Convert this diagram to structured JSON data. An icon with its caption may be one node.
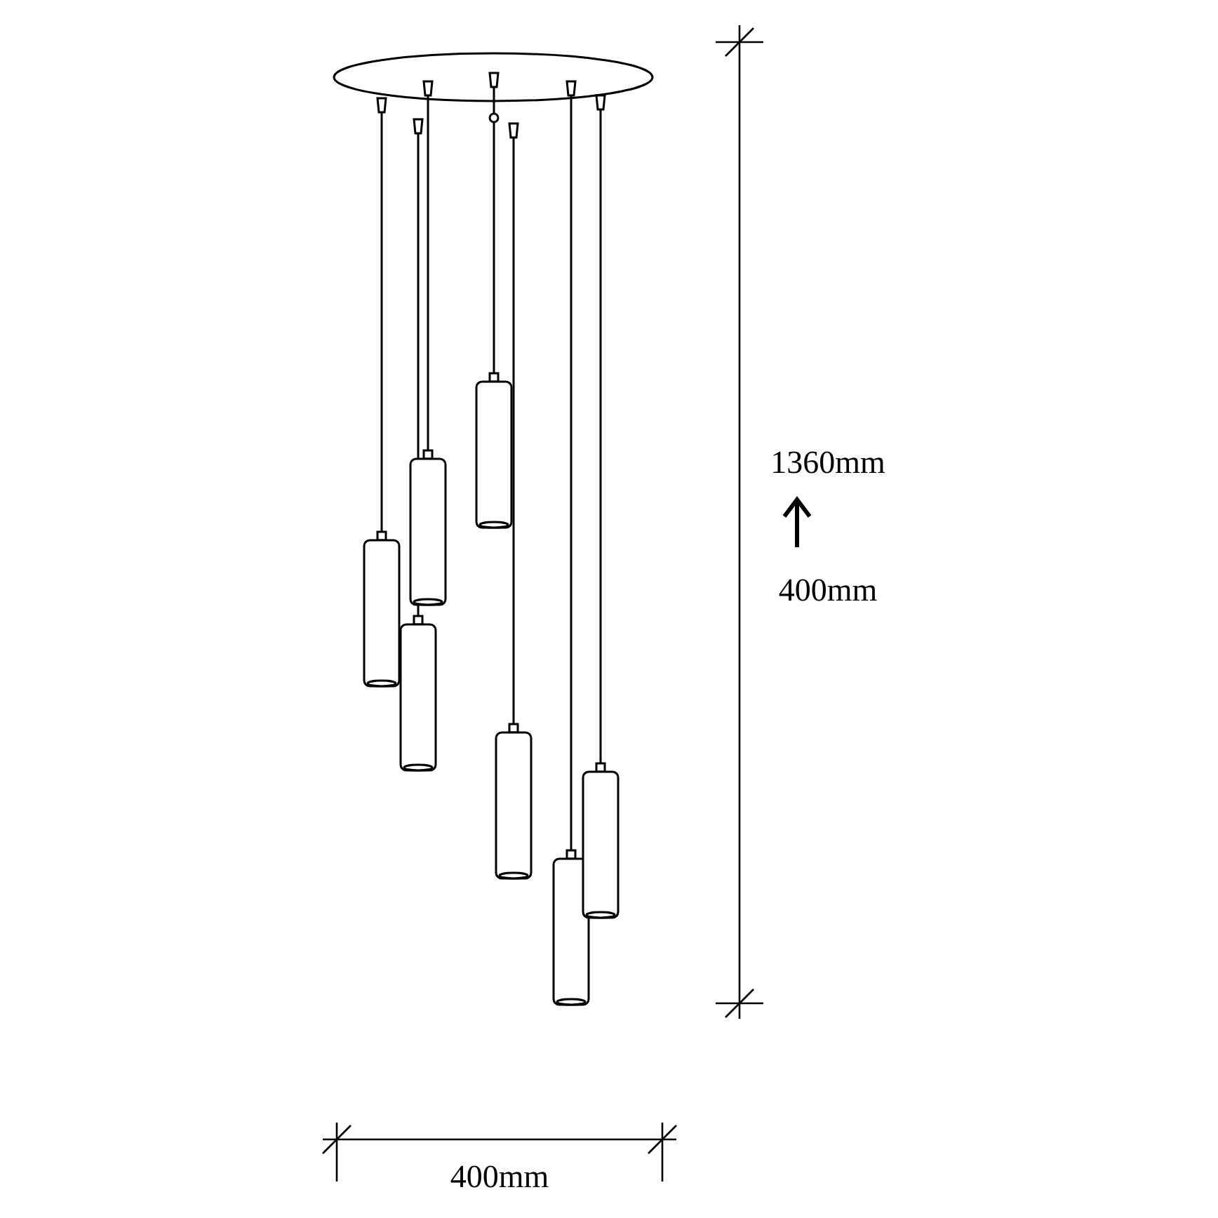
{
  "diagram": {
    "labels": [
      "1360mm",
      "400mm",
      "400mm"
    ]
  }
}
